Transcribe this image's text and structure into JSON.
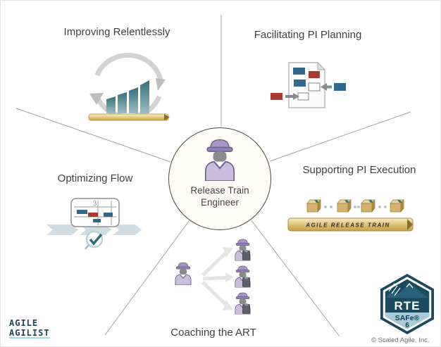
{
  "center": {
    "line1": "Release Train",
    "line2": "Engineer"
  },
  "sections": {
    "improving": {
      "title": "Improving Relentlessly"
    },
    "facilitating": {
      "title": "Facilitating PI Planning"
    },
    "optimizing": {
      "title": "Optimizing Flow",
      "wip_limit": "3"
    },
    "supporting": {
      "title": "Supporting PI Execution",
      "banner_label": "AGILE RELEASE TRAIN"
    },
    "coaching": {
      "title": "Coaching the ART"
    }
  },
  "branding": {
    "logo": {
      "line1": "AGILE",
      "line2": "AGILIST"
    },
    "badge": {
      "role": "RTE",
      "framework": "SAFe®",
      "version": "6"
    },
    "copyright": "© Scaled Agile, Inc."
  },
  "icons": {
    "improving": "cycle-arrows-bar-chart-icon",
    "facilitating": "planning-board-document-icon",
    "optimizing": "kanban-flow-check-icon",
    "supporting": "release-train-boxes-icon",
    "coaching": "coach-to-team-arrows-icon",
    "center": "train-engineer-person-icon"
  },
  "colors": {
    "teal": "#2a6f78",
    "gold": "#c9a84c",
    "purple": "#cabddd",
    "navy": "#1b4a5e",
    "badge_light_blue": "#a7cbd8",
    "blue": "#31688c",
    "red": "#ab3a31",
    "line_gray": "#a3a3a3"
  }
}
